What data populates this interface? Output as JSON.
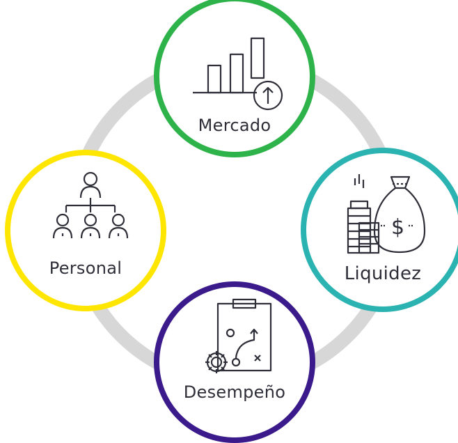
{
  "diagram": {
    "ring_color": "#d7d7d7",
    "nodes": [
      {
        "label": "Mercado",
        "icon": "bar-chart-growth-icon",
        "color": "#2db34a"
      },
      {
        "label": "Liquidez",
        "icon": "money-bag-coins-icon",
        "color": "#2ab3b0"
      },
      {
        "label": "Desempeño",
        "icon": "clipboard-strategy-icon",
        "color": "#3b1a8c"
      },
      {
        "label": "Personal",
        "icon": "org-chart-people-icon",
        "color": "#ffe600"
      }
    ]
  }
}
